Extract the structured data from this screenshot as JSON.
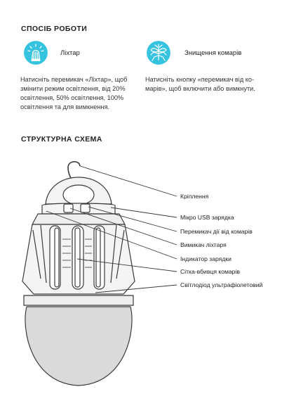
{
  "operation": {
    "title": "СПОСІБ РОБОТИ",
    "lantern": {
      "icon": "lantern-icon",
      "title": "Ліхтар",
      "description": [
        "Натисніть перемикач «Ліхтар», щоб",
        "змінити режим освітлення, від 20%",
        "освітлення, 50% освітлення, 100%",
        "освітлення та для вимкнення."
      ]
    },
    "mosquito": {
      "icon": "mosquito-icon",
      "title": "Знищення комарів",
      "description": [
        "Натисніть кнопку «перемикач від ко-",
        "марів», щоб включити або вимкнути."
      ]
    }
  },
  "diagram": {
    "title": "СТРУКТУРНА СХЕМА",
    "labels": [
      "Кріплення",
      "Мікро USB зарядка",
      "Перемикач дії від комарів",
      "Вимикач ліхтаря",
      "Індикатор зарядки",
      "Сітка-вбивця комарів",
      "Світлодіод ультрафіолетовий"
    ]
  },
  "colors": {
    "accent": "#35c3e0",
    "line": "#3a3a3a",
    "body_fill": "#f4f4f4",
    "bulb_fill": "#dadada"
  }
}
